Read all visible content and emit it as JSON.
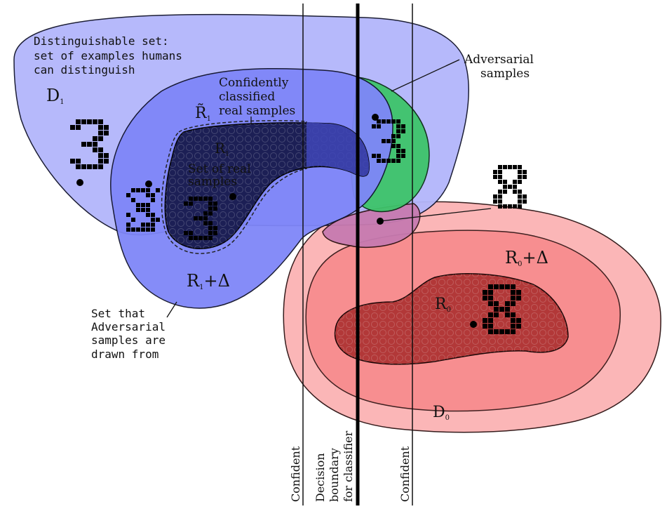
{
  "labels": {
    "distinguishable_line1": "Distinguishable set:",
    "distinguishable_line2": "set of examples humans",
    "distinguishable_line3": "can distinguish",
    "d1_main": "D",
    "d1_sub": "1",
    "confident_line1": "Confidently",
    "confident_line2": "classified",
    "confident_line3": "real samples",
    "r1tilde_main": "R̃",
    "r1tilde_sub": "1",
    "r1_main": "R",
    "r1_sub": "1",
    "set_real_line1": "Set of real",
    "set_real_line2": "samples",
    "r1delta_main": "R",
    "r1delta_sub": "1",
    "r1delta_op": "+Δ",
    "adv_line1": "Adversarial",
    "adv_line2": "samples",
    "setthat_line1": "Set that",
    "setthat_line2": "Adversarial",
    "setthat_line3": "samples are",
    "setthat_line4": "drawn from",
    "r0delta_main": "R",
    "r0delta_sub": "0",
    "r0delta_op": "+Δ",
    "r0_main": "R",
    "r0_sub": "0",
    "d0_main": "D",
    "d0_sub": "0",
    "confident_left": "Confident",
    "boundary_line1": "Decision",
    "boundary_line2": "boundary",
    "boundary_line3": "for classifier",
    "confident_right": "Confident"
  },
  "colors": {
    "d1_fill": "#b3b6fb",
    "r1delta_fill": "#7f86f8",
    "r1_fill": "#1c1f55",
    "adv_fill": "#3dc46a",
    "d0_fill": "#fbb3b4",
    "r0delta_fill": "#f78a8c",
    "r0_fill": "#b23838",
    "overlap_fill": "#c77ab0"
  },
  "digits": [
    {
      "name": "digit-3-d1",
      "value": "3"
    },
    {
      "name": "digit-3-r1delta",
      "value": "3"
    },
    {
      "name": "digit-3-r1",
      "value": "3"
    },
    {
      "name": "digit-3-adversarial",
      "value": "3"
    },
    {
      "name": "digit-8-adversarial",
      "value": "8"
    },
    {
      "name": "digit-8-r0",
      "value": "8"
    }
  ]
}
